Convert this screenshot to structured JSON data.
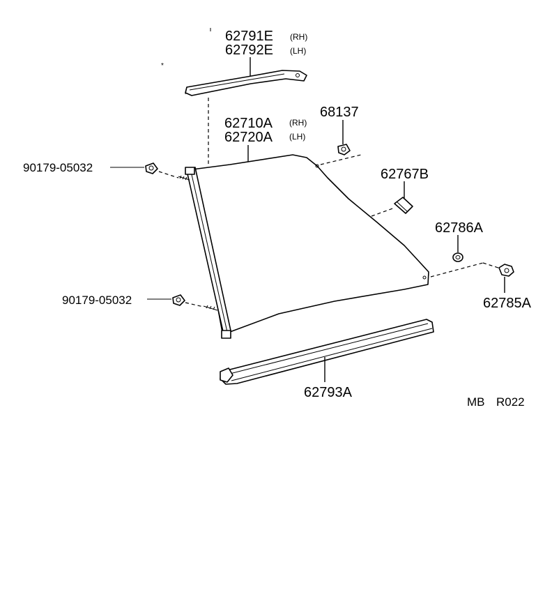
{
  "parts": {
    "upper_molding": {
      "rh": "62791E",
      "lh": "62792E",
      "rh_tag": "(RH)",
      "lh_tag": "(LH)"
    },
    "trim_panel": {
      "rh": "62710A",
      "lh": "62720A",
      "rh_tag": "(RH)",
      "lh_tag": "(LH)"
    },
    "clip_68137": "68137",
    "clip_62767B": "62767B",
    "grommet_62786A": "62786A",
    "clip_62785A": "62785A",
    "screw_upper": "90179-05032",
    "screw_lower": "90179-05032",
    "lower_molding": "62793A"
  },
  "diagram_code": {
    "prefix": "MB",
    "code": "R022"
  }
}
